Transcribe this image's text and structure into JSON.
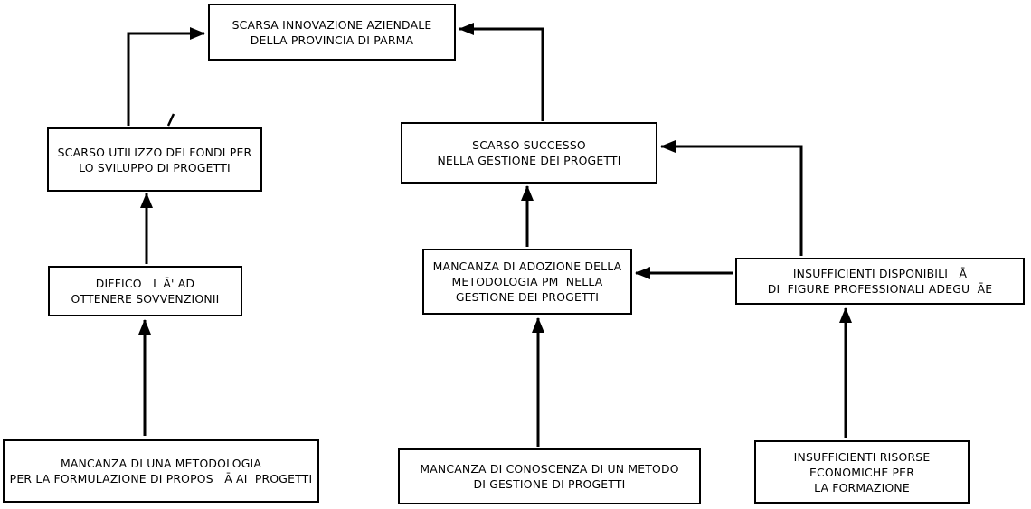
{
  "diagram": {
    "title": "Problem tree - scarsa innovazione aziendale della provincia di Parma",
    "background_color": "#ffffff",
    "line_color": "#000000",
    "nodes": [
      {
        "id": "scarsa-innovazione",
        "lines": [
          "SCARSA INNOVAZIONE AZIENDALE",
          "DELLA PROVINCIA DI PARMA"
        ]
      },
      {
        "id": "scarso-utilizzo-fondi",
        "lines": [
          "SCARSO UTILIZZO DEI FONDI PER",
          "LO SVILUPPO DI PROGETTI"
        ]
      },
      {
        "id": "difficolta-sovvenzioni",
        "lines": [
          "DIFFICO   L Ā' AD",
          "OTTENERE SOVVENZIONII"
        ]
      },
      {
        "id": "mancanza-metodologia",
        "lines": [
          "MANCANZA DI UNA METODOLOGIA",
          "PER LA FORMULAZIONE DI PROPOS   Ā AI  PROGETTI"
        ]
      },
      {
        "id": "scarso-successo",
        "lines": [
          "SCARSO SUCCESSO",
          "NELLA GESTIONE DEI PROGETTI"
        ]
      },
      {
        "id": "mancanza-adozione-pm",
        "lines": [
          "MANCANZA DI ADOZIONE DELLA",
          "METODOLOGIA PM  NELLA",
          "GESTIONE DEI PROGETTI"
        ]
      },
      {
        "id": "insufficienti-figure",
        "lines": [
          "INSUFFICIENTI DISPONIBILI   Ā",
          "DI  FIGURE PROFESSIONALI ADEGU  ĀE"
        ]
      },
      {
        "id": "mancanza-conoscenza",
        "lines": [
          "MANCANZA DI CONOSCENZA DI UN METODO",
          "DI GESTIONE DI PROGETTI"
        ]
      },
      {
        "id": "insufficienti-risorse",
        "lines": [
          "INSUFFICIENTI RISORSE",
          "ECONOMICHE PER",
          "LA FORMAZIONE"
        ]
      }
    ],
    "edges": [
      {
        "from": "scarso-utilizzo-fondi",
        "to": "scarsa-innovazione"
      },
      {
        "from": "scarso-successo",
        "to": "scarsa-innovazione"
      },
      {
        "from": "difficolta-sovvenzioni",
        "to": "scarso-utilizzo-fondi"
      },
      {
        "from": "mancanza-metodologia",
        "to": "difficolta-sovvenzioni"
      },
      {
        "from": "mancanza-adozione-pm",
        "to": "scarso-successo"
      },
      {
        "from": "insufficienti-figure",
        "to": "scarso-successo"
      },
      {
        "from": "insufficienti-figure",
        "to": "mancanza-adozione-pm"
      },
      {
        "from": "mancanza-conoscenza",
        "to": "mancanza-adozione-pm"
      },
      {
        "from": "insufficienti-risorse",
        "to": "insufficienti-figure"
      }
    ]
  }
}
